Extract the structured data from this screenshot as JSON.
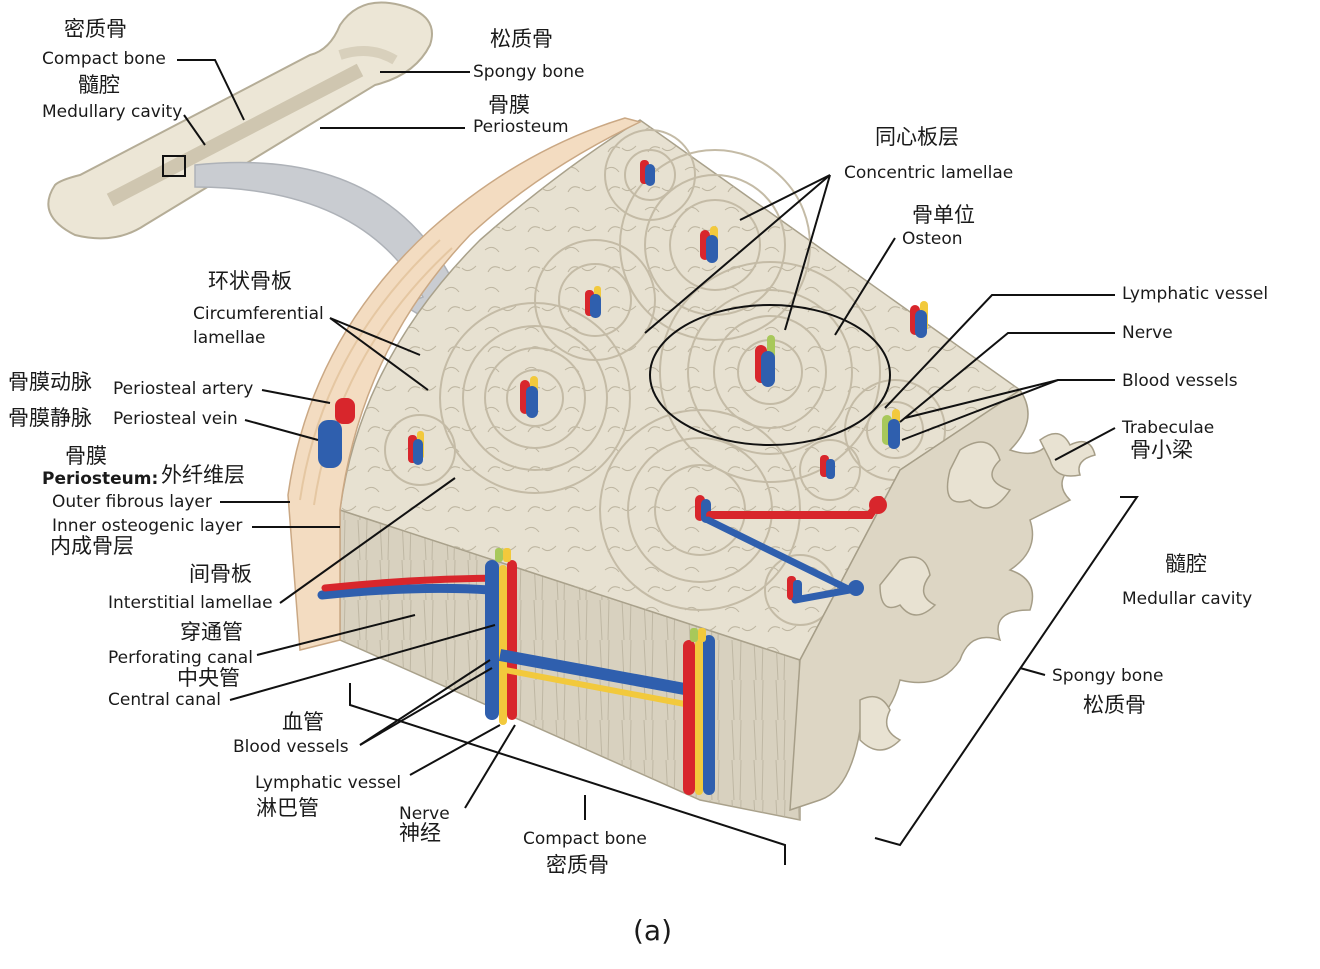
{
  "labels": {
    "compact_zh_top": "密质骨",
    "compact_en_top": "Compact bone",
    "medcav_zh_top": "髓腔",
    "medcav_en_top": "Medullary cavity",
    "spongy_zh_top": "松质骨",
    "spongy_en_top": "Spongy bone",
    "periosteum_zh_top": "骨膜",
    "periosteum_en_top": "Periosteum",
    "concentric_zh": "同心板层",
    "concentric_en": "Concentric lamellae",
    "osteon_zh": "骨单位",
    "osteon_en": "Osteon",
    "circumferential_zh": "环状骨板",
    "circumferential_en_1": "Circumferential",
    "circumferential_en_2": "lamellae",
    "lymphatic_right": "Lymphatic vessel",
    "nerve_right": "Nerve",
    "blood_right": "Blood vessels",
    "trabeculae_en": "Trabeculae",
    "trabeculae_zh": "骨小梁",
    "medullar_zh": "髓腔",
    "medullar_en": "Medullar cavity",
    "spongy_en_right": "Spongy bone",
    "spongy_zh_right": "松质骨",
    "artery_zh": "骨膜动脉",
    "artery_en": "Periosteal artery",
    "vein_zh": "骨膜静脉",
    "vein_en": "Periosteal vein",
    "periosteum_zh_left": "骨膜",
    "periosteum_en_left": "Periosteum:",
    "outer_zh": "外纤维层",
    "outer_en": "Outer fibrous layer",
    "inner_en": "Inner osteogenic layer",
    "inner_zh": "内成骨层",
    "interstitial_zh": "间骨板",
    "interstitial_en": "Interstitial lamellae",
    "perforating_zh": "穿通管",
    "perforating_en": "Perforating canal",
    "central_zh": "中央管",
    "central_en": "Central canal",
    "blood_zh": "血管",
    "blood_en": "Blood vessels",
    "lymph_en_bottom": "Lymphatic vessel",
    "lymph_zh_bottom": "淋巴管",
    "nerve_en_bottom": "Nerve",
    "nerve_zh_bottom": "神经",
    "compact_en_bottom": "Compact bone",
    "compact_zh_bottom": "密质骨",
    "caption": "(a)"
  },
  "colors": {
    "bone_face": "#e6e0d0",
    "bone_side": "#d6cfbd",
    "periosteum": "#f4dcc0",
    "artery": "#d8262c",
    "vein": "#2f5fae",
    "lymph": "#f2c93c",
    "nerve": "#a8c85a",
    "leader": "#111111"
  }
}
